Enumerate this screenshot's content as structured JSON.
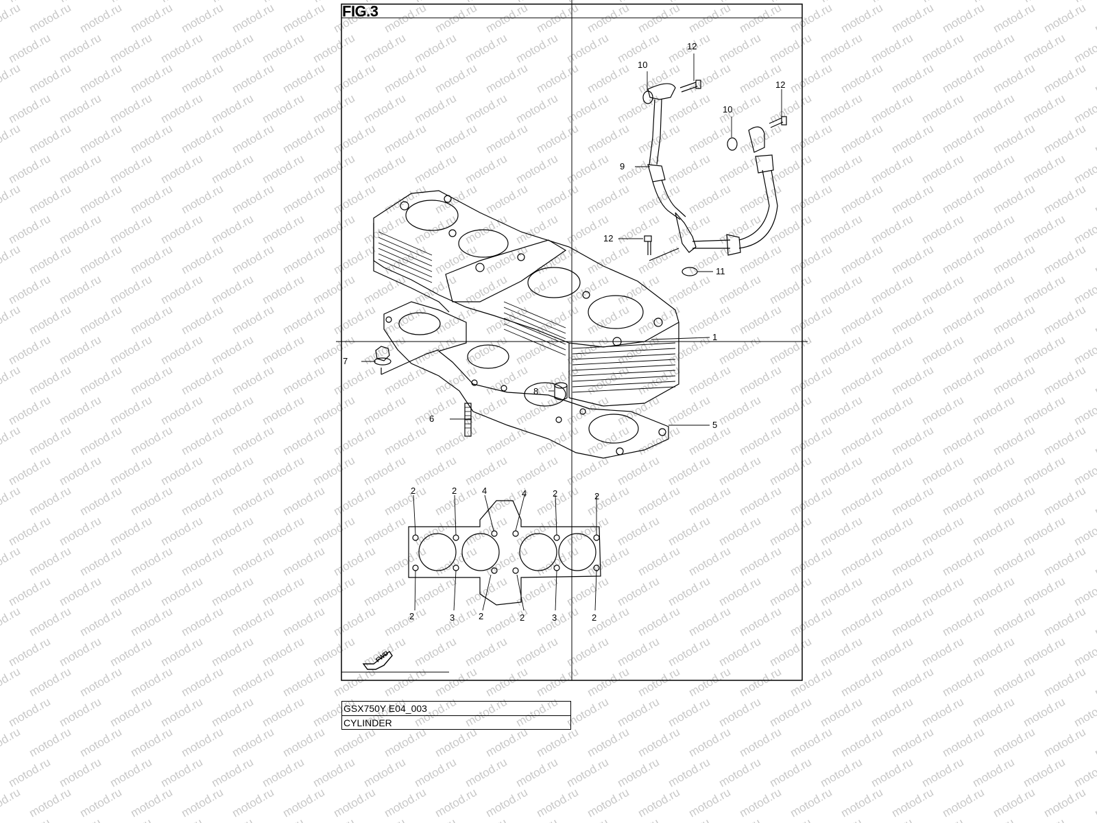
{
  "figure": {
    "title": "FIG.3",
    "model_code": "GSX750Y E04_003",
    "section_name": "CYLINDER"
  },
  "watermark": {
    "text": "motod.ru",
    "color": "#c8c8c8"
  },
  "direction_badge": {
    "label": "FWD",
    "icon": "forward-arrow-icon"
  },
  "callouts": [
    {
      "label": "1"
    },
    {
      "label": "2"
    },
    {
      "label": "3"
    },
    {
      "label": "4"
    },
    {
      "label": "5"
    },
    {
      "label": "6"
    },
    {
      "label": "7"
    },
    {
      "label": "8"
    },
    {
      "label": "9"
    },
    {
      "label": "10"
    },
    {
      "label": "11"
    },
    {
      "label": "12"
    }
  ],
  "gasket_callouts": {
    "top": [
      "2",
      "2",
      "4",
      "4",
      "2",
      "2"
    ],
    "bottom": [
      "2",
      "3",
      "2",
      "2",
      "3",
      "2"
    ]
  },
  "colors": {
    "line": "#000000",
    "background": "#ffffff"
  }
}
